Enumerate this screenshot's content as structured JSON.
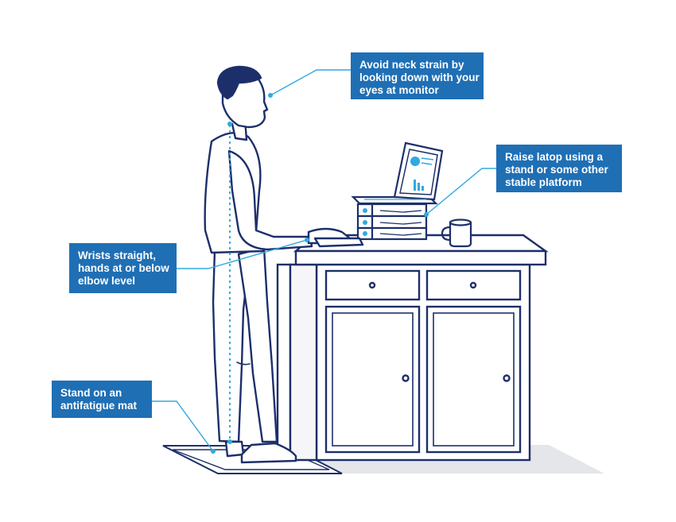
{
  "callouts": {
    "neck": {
      "lines": [
        "Avoid neck strain by",
        "looking down with your",
        "eyes at monitor"
      ]
    },
    "laptop": {
      "lines": [
        "Raise latop using a",
        "stand or some other",
        "stable platform"
      ]
    },
    "wrist": {
      "lines": [
        "Wrists straight,",
        "hands at or below",
        "elbow level"
      ]
    },
    "mat": {
      "lines": [
        "Stand on an",
        "antifatigue mat"
      ]
    }
  },
  "colors": {
    "callout_bg": "#1f6fb5",
    "outline": "#1d2f6b",
    "accent": "#31a9df",
    "shadow": "#e5e6ea"
  }
}
